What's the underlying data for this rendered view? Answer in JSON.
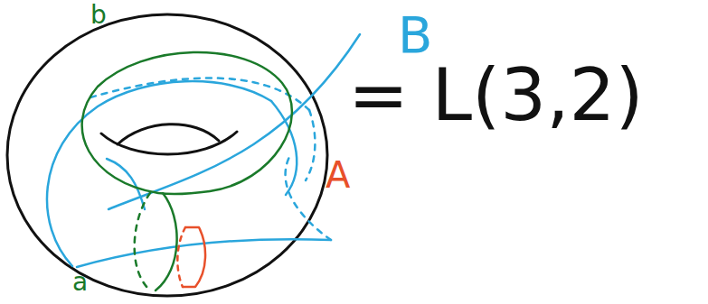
{
  "diagram": {
    "labels": [
      "B",
      "b",
      "= L(3,2)",
      "A",
      "a"
    ]
  }
}
